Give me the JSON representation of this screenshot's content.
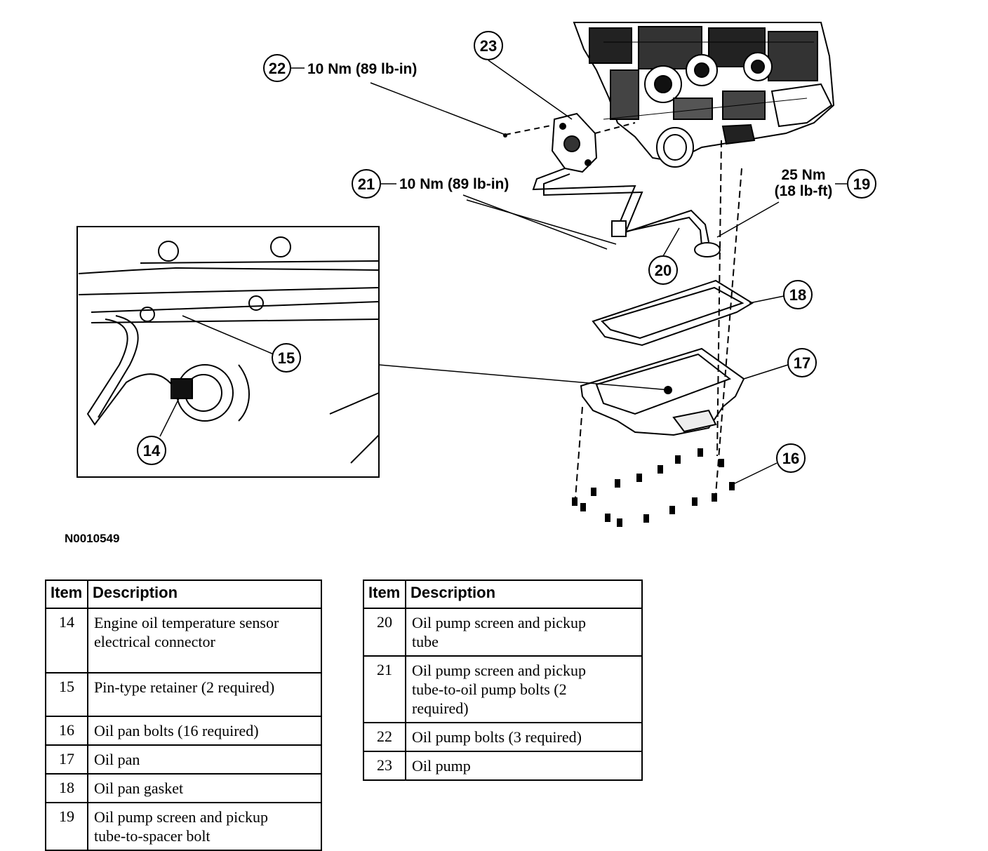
{
  "callouts": {
    "c14": "14",
    "c15": "15",
    "c16": "16",
    "c17": "17",
    "c18": "18",
    "c19": "19",
    "c20": "20",
    "c21": "21",
    "c22": "22",
    "c23": "23"
  },
  "torque": {
    "t22": "10 Nm (89 lb-in)",
    "t21": "10 Nm (89 lb-in)",
    "t19_line1": "25 Nm",
    "t19_line2": "(18 lb-ft)"
  },
  "figure_id": "N0010549",
  "legend": {
    "header_item": "Item",
    "header_desc": "Description",
    "left": [
      {
        "item": "14",
        "lines": [
          "Engine oil temperature sensor",
          "electrical connector"
        ]
      },
      {
        "item": "15",
        "lines": [
          "Pin-type retainer (2 required)"
        ]
      },
      {
        "item": "16",
        "lines": [
          "Oil pan bolts (16 required)"
        ]
      },
      {
        "item": "17",
        "lines": [
          "Oil pan"
        ]
      },
      {
        "item": "18",
        "lines": [
          "Oil pan gasket"
        ]
      },
      {
        "item": "19",
        "lines": [
          "Oil pump screen and pickup",
          "tube-to-spacer bolt"
        ]
      }
    ],
    "right": [
      {
        "item": "20",
        "lines": [
          "Oil pump screen and pickup",
          "tube"
        ]
      },
      {
        "item": "21",
        "lines": [
          "Oil pump screen and pickup",
          "tube-to-oil pump bolts (2",
          "required)"
        ]
      },
      {
        "item": "22",
        "lines": [
          "Oil pump bolts (3 required)"
        ]
      },
      {
        "item": "23",
        "lines": [
          "Oil pump"
        ]
      }
    ]
  }
}
